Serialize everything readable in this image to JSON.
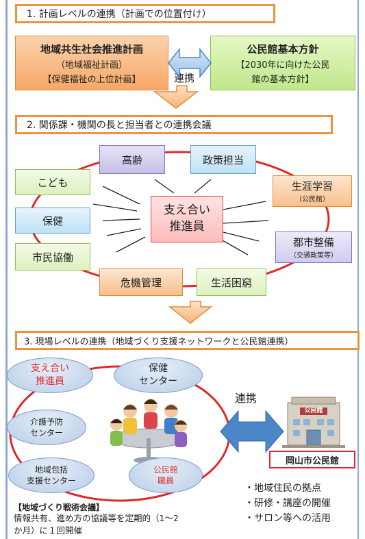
{
  "section1": {
    "header": "1. 計画レベルの連携（計画での位置付け）",
    "left_box": {
      "title": "地域共生社会推進計画",
      "line2": "（地域福祉計画）",
      "line3": "【保健福祉の上位計画】"
    },
    "right_box": {
      "title": "公民館基本方針",
      "line2": "【2030年に向けた公民",
      "line3": "館の基本方針】"
    },
    "link_label": "連携"
  },
  "section2": {
    "header": "2. 関係課・機関の長と担当者との連携会議",
    "center": {
      "line1": "支え合い",
      "line2": "推進員"
    },
    "nodes": {
      "koureI": "高齢",
      "seisaku": "政策担当",
      "kodomo": "こども",
      "shougai": "生涯学習",
      "shougai_sub": "（公民館）",
      "hoken": "保健",
      "toshi": "都市整備",
      "toshi_sub": "（交通政策等）",
      "shimin": "市民協働",
      "kiki": "危機管理",
      "seikatsu": "生活困窮"
    }
  },
  "section3": {
    "header": "3. 現場レベルの連携（地域づくり支援ネットワークと公民館連携）",
    "ellipses": {
      "sasae": {
        "line1": "支え合い",
        "line2": "推進員"
      },
      "hoken": {
        "line1": "保健",
        "line2": "センター"
      },
      "kaigo": {
        "line1": "介護予防",
        "line2": "センター"
      },
      "houkatsu": {
        "line1": "地域包括",
        "line2": "支援センター"
      },
      "koumin": {
        "line1": "公民館",
        "line2": "職員"
      }
    },
    "link_label": "連携",
    "building_sign": "公民館",
    "building_label": "岡山市公民館",
    "features": [
      "・地域住民の拠点",
      "・研修・講座の開催",
      "・サロン等への活用"
    ],
    "meeting_title": "【地域づくり戦術会議】",
    "meeting_desc1": "情報共有、進め方の協議等を定期的（1～2",
    "meeting_desc2": "か月）に１回開催"
  },
  "colors": {
    "accent_orange": "#f0913e",
    "red_ring": "#e0282a",
    "arrow_blue": "#4a86c8"
  }
}
